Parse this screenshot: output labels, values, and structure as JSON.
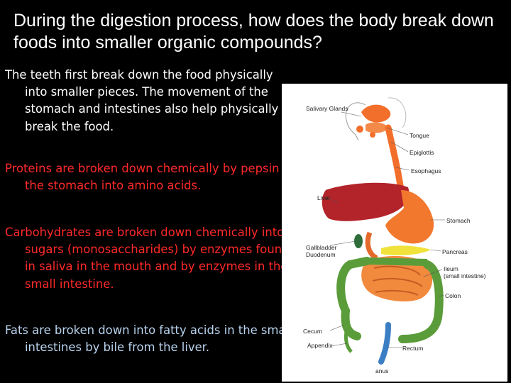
{
  "title": "During the digestion process, how does the body break down foods into smaller organic compounds?",
  "paragraphs": [
    "The teeth first break down the food physically into smaller pieces. The movement of the stomach and intestines also help physically break the food.",
    "Proteins are broken down chemically by pepsin in the stomach into amino acids.",
    "Carbohydrates are broken down chemically into sugars (monosaccharides) by enzymes found in saliva in the mouth and by enzymes in the small intestine.",
    "Fats are broken down into fatty acids in the small intestines by bile from the liver."
  ],
  "colors": {
    "background": "#000000",
    "title": "#ffffff",
    "p1": "#ffffff",
    "p2": "#ff2a2a",
    "p3": "#ff2a2a",
    "p4": "#b9d3ee"
  },
  "diagram": {
    "labels": {
      "salivary_glands": "Salivary Glands",
      "tongue": "Tongue",
      "epiglottis": "Epiglottis",
      "esophagus": "Esophagus",
      "liver": "Liver",
      "stomach": "Stomach",
      "gallbladder": "Gallbladder",
      "duodenum": "Duodenum",
      "pancreas": "Pancreas",
      "ileum": "Ileum",
      "ileum_sub": "(small intestine)",
      "colon": "Colon",
      "cecum": "Cecum",
      "appendix": "Appendix",
      "rectum": "Rectum",
      "anus": "anus"
    }
  }
}
